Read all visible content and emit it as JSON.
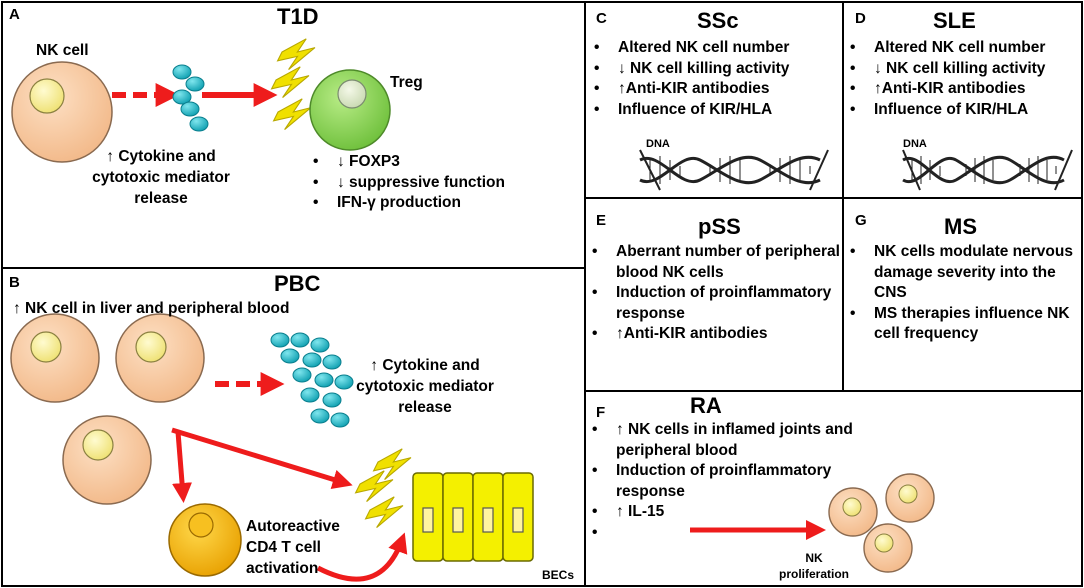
{
  "panels": {
    "a": {
      "letter": "A",
      "title": "T1D",
      "nk_label": "NK cell",
      "release_text": "↑ Cytokine and cytotoxic mediator release",
      "treg_label": "Treg",
      "bullets": [
        "↓ FOXP3",
        "↓ suppressive function",
        "IFN-γ production"
      ]
    },
    "b": {
      "letter": "B",
      "title": "PBC",
      "subtitle": "↑ NK cell in liver and peripheral blood",
      "release_text": "↑ Cytokine and cytotoxic mediator release",
      "t_cell_text": "Autoreactive CD4 T cell activation",
      "becs_label": "BECs"
    },
    "c": {
      "letter": "C",
      "title": "SSc",
      "bullets": [
        "Altered NK cell number",
        "↓ NK cell killing activity",
        "↑Anti-KIR antibodies",
        "Influence of KIR/HLA"
      ],
      "dna_label": "DNA"
    },
    "d": {
      "letter": "D",
      "title": "SLE",
      "bullets": [
        "Altered NK cell number",
        "↓ NK cell killing activity",
        "↑Anti-KIR antibodies",
        "Influence of KIR/HLA"
      ],
      "dna_label": "DNA"
    },
    "e": {
      "letter": "E",
      "title": "pSS",
      "bullets": [
        "Aberrant number of peripheral blood NK cells",
        "Induction of proinflammatory response",
        "↑Anti-KIR antibodies"
      ]
    },
    "g": {
      "letter": "G",
      "title": "MS",
      "bullets": [
        "NK cells modulate nervous damage severity into the CNS",
        "MS therapies influence NK cell frequency"
      ]
    },
    "f": {
      "letter": "F",
      "title": "RA",
      "bullets": [
        "↑ NK cells in inflamed joints and peripheral blood",
        "Induction of proinflammatory response",
        "↑ IL-15",
        ""
      ],
      "nk_prolif_label": "NK proliferation"
    }
  },
  "colors": {
    "nk_fill": "#f8c8a0",
    "nucleus_fill": "#fbf3a0",
    "cytokine": "#1bb6c6",
    "treg": "#8fd45a",
    "tcell": "#f5b400",
    "bec": "#f4f000",
    "arrow": "#ee1c1c",
    "lightning": "#f0e000"
  }
}
